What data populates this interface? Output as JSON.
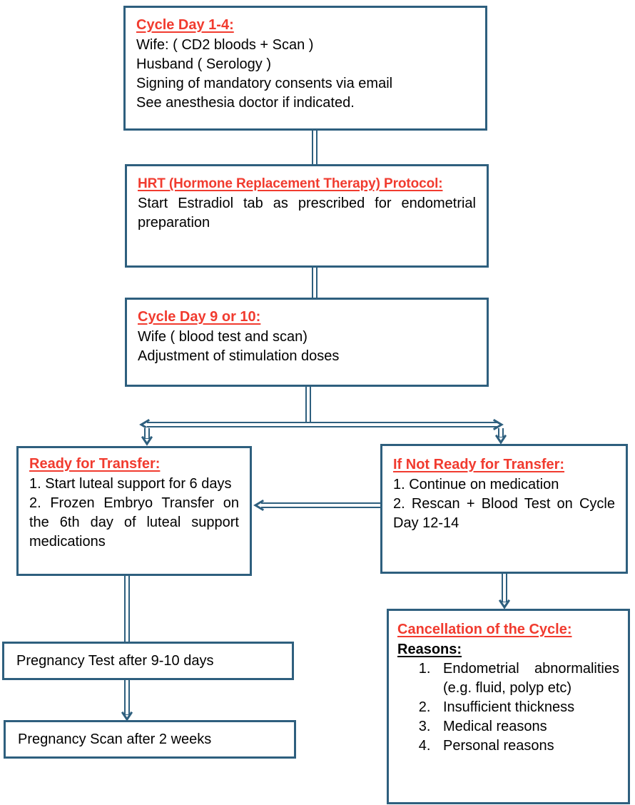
{
  "palette": {
    "line": "#2E5F7E",
    "red": "#F13B2F",
    "text": "#000000",
    "bg": "#FFFFFF"
  },
  "boxes": {
    "cycle_day_1_4": {
      "title": "Cycle Day 1-4:",
      "lines": [
        "Wife: ( CD2 bloods + Scan )",
        "Husband ( Serology )",
        "Signing of mandatory consents via email",
        "See anesthesia doctor if indicated."
      ]
    },
    "hrt": {
      "title": "HRT (Hormone Replacement Therapy) Protocol:",
      "lines": [
        "Start Estradiol tab as prescribed for endometrial preparation"
      ]
    },
    "cycle_day_9_10": {
      "title": "Cycle Day 9 or 10:",
      "lines": [
        "Wife ( blood test and scan)",
        "Adjustment of stimulation doses"
      ]
    },
    "ready": {
      "title": "Ready for Transfer:",
      "lines": [
        "1. Start luteal support for 6 days",
        "2. Frozen Embryo Transfer on the 6th day of luteal support medications"
      ]
    },
    "not_ready": {
      "title": "If Not Ready for Transfer:",
      "lines": [
        "1. Continue on medication",
        "2. Rescan + Blood Test on Cycle Day 12-14"
      ]
    },
    "pregnancy_test": {
      "text": "Pregnancy Test after 9-10 days"
    },
    "pregnancy_scan": {
      "text": "Pregnancy Scan after 2 weeks"
    },
    "cancellation": {
      "title": "Cancellation of the Cycle:",
      "subtitle": "Reasons:",
      "reasons": [
        "Endometrial abnormalities (e.g. fluid, polyp etc)",
        "Insufficient thickness",
        "Medical reasons",
        "Personal reasons"
      ]
    }
  }
}
